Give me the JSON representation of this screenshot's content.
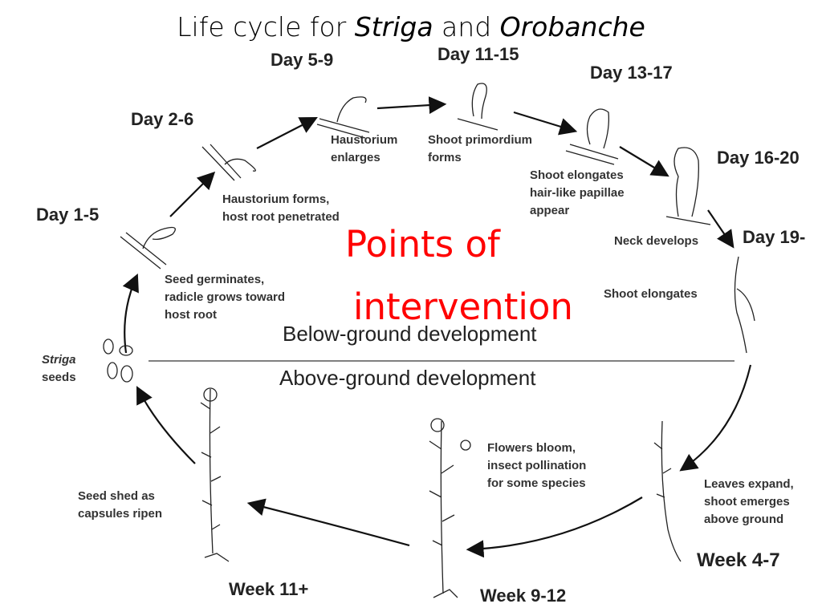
{
  "title": {
    "prefix": "Life cycle for ",
    "genus1": "Striga",
    "mid": " and ",
    "genus2": "Orobanche"
  },
  "stages": {
    "day_1_5": "Day 1-5",
    "day_2_6": "Day 2-6",
    "day_5_9": "Day 5-9",
    "day_11_15": "Day 11-15",
    "day_13_17": "Day 13-17",
    "day_16_20": "Day 16-20",
    "day_19": "Day 19-",
    "week_4_7": "Week 4-7",
    "week_9_12": "Week 9-12",
    "week_11": "Week 11+"
  },
  "captions": {
    "haustorium_enlarges": [
      "Haustorium",
      "enlarges"
    ],
    "shoot_primordium": [
      "Shoot primordium",
      "forms"
    ],
    "shoot_elongates_papillae": [
      "Shoot elongates",
      "hair-like papillae",
      "appear"
    ],
    "haustorium_forms": [
      "Haustorium forms,",
      "host root penetrated"
    ],
    "neck_develops": "Neck develops",
    "seed_germinates": [
      "Seed germinates,",
      "radicle grows toward",
      "host root"
    ],
    "shoot_elongates": "Shoot elongates",
    "striga_seeds": [
      "Striga",
      "seeds"
    ],
    "flowers_bloom": [
      "Flowers bloom,",
      "insect pollination",
      "for some species"
    ],
    "seed_shed": [
      "Seed shed as",
      "capsules ripen"
    ],
    "leaves_expand": [
      "Leaves expand,",
      "shoot emerges",
      "above ground"
    ]
  },
  "overlay": {
    "line1": "Points of",
    "line2": "intervention"
  },
  "sections": {
    "below": "Below-ground development",
    "above": "Above-ground development"
  }
}
